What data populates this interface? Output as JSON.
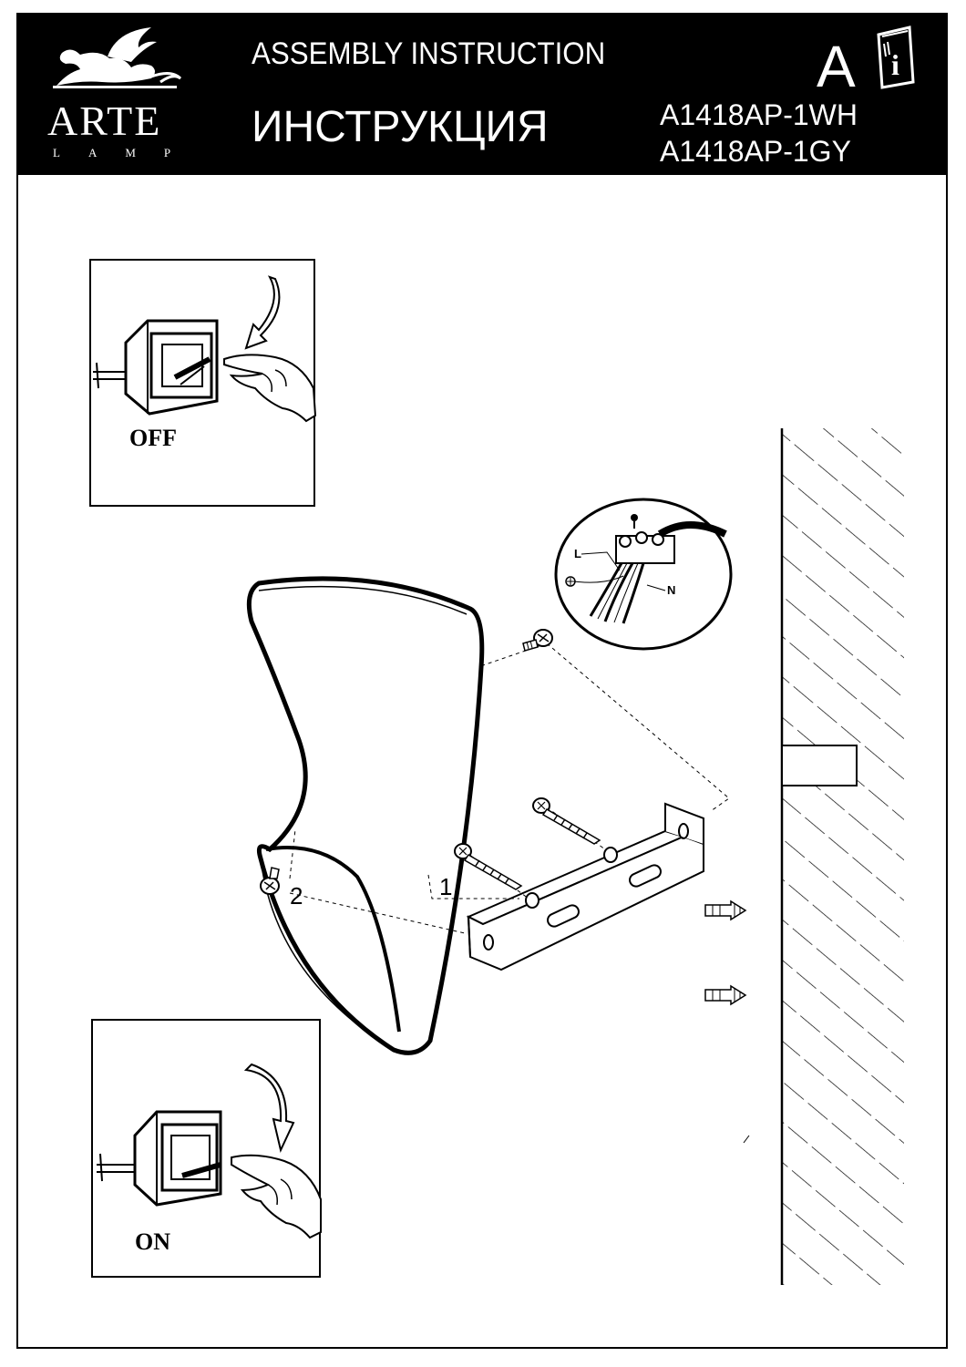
{
  "header": {
    "brand_name": "ARTE",
    "brand_sub": "LAMP",
    "title_en": "ASSEMBLY  INSTRUCTION",
    "title_ru": "ИНСТРУКЦИЯ",
    "doc_letter": "A",
    "models": [
      "A1418AP-1WH",
      "A1418AP-1GY"
    ],
    "info_icon": "info-manual-icon"
  },
  "insets": {
    "off_label": "OFF",
    "on_label": "ON"
  },
  "wiring": {
    "live": "L",
    "neutral": "N",
    "ground_icon": "ground-icon"
  },
  "steps": [
    "1",
    "2"
  ],
  "colors": {
    "header_bg": "#000000",
    "ink": "#000000",
    "paper": "#ffffff"
  }
}
